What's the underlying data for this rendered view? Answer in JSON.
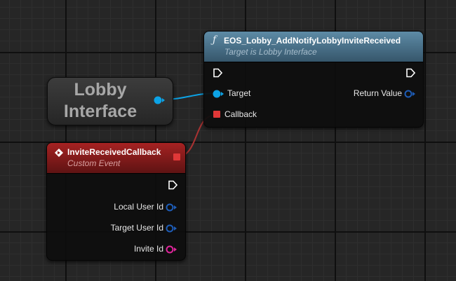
{
  "function_node": {
    "title": "EOS_Lobby_AddNotifyLobbyInviteReceived",
    "subtitle": "Target is Lobby Interface",
    "icon": "function-icon",
    "inputs": [
      "Target",
      "Callback"
    ],
    "outputs": [
      "Return Value"
    ],
    "header_color": "#4a748e"
  },
  "lobby_node": {
    "label": "Lobby\nInterface"
  },
  "event_node": {
    "title": "InviteReceivedCallback",
    "subtitle": "Custom Event",
    "icon": "event-diamond-icon",
    "outputs": [
      "Local User Id",
      "Target User Id",
      "Invite Id"
    ],
    "header_color": "#8f1d1d"
  },
  "colors": {
    "object_pin": "#0ca3e6",
    "delegate_pin": "#e03838",
    "struct_pin": "#1e5db8",
    "string_pin": "#e0259c",
    "exec_pin": "#ffffff"
  }
}
